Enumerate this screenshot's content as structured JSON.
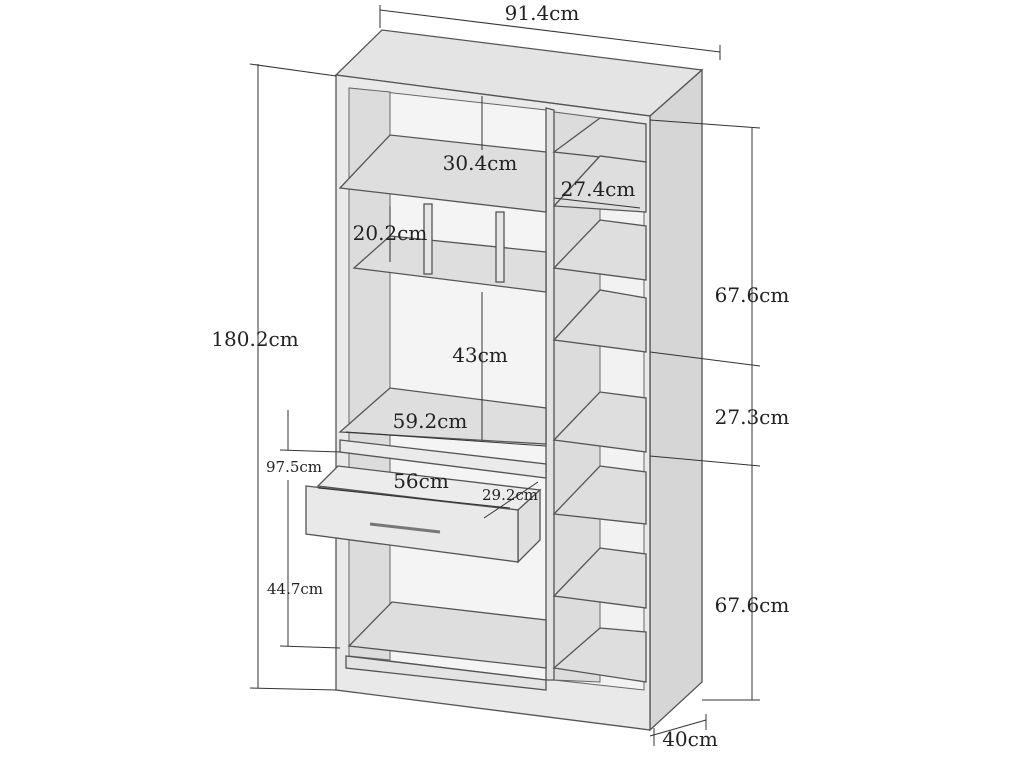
{
  "dimensions": {
    "width": "91.4cm",
    "height_total": "180.2cm",
    "top_shelf_gap": "30.4cm",
    "right_column_width": "27.4cm",
    "cubby_height": "20.2cm",
    "right_upper_section": "67.6cm",
    "microwave_gap": "43cm",
    "right_middle_section": "27.3cm",
    "counter_width": "59.2cm",
    "counter_height": "97.5cm",
    "drawer_width": "56cm",
    "drawer_depth": "29.2cm",
    "bottom_gap": "44.7cm",
    "right_lower_section": "67.6cm",
    "depth": "40cm"
  },
  "colors": {
    "front": "#e9e9e9",
    "interior_back": "#f4f4f4",
    "shelf": "#dedede",
    "side": "#d6d6d6",
    "top": "#e4e4e4",
    "line": "#555555"
  }
}
